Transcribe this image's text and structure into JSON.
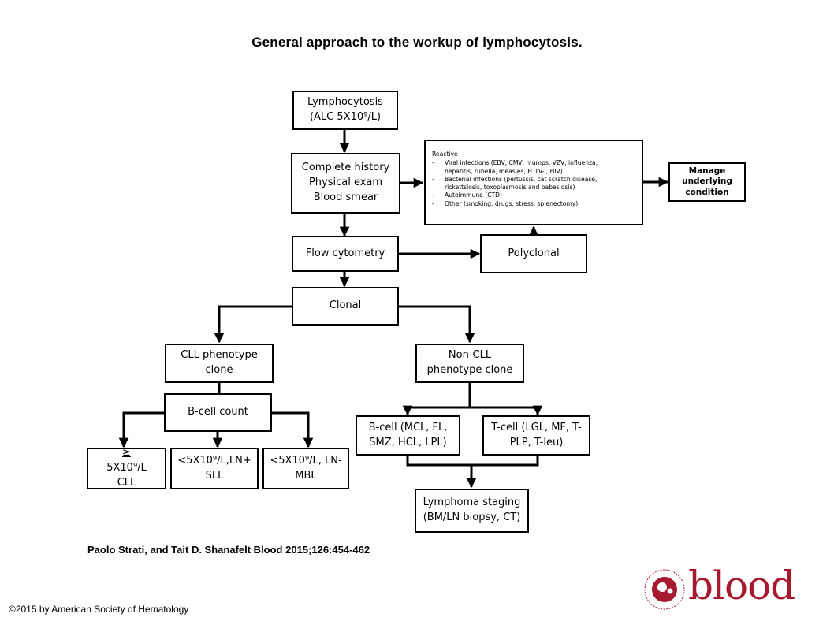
{
  "title": "General approach to the workup of lymphocytosis.",
  "boxes": {
    "lymphocytosis": [
      "Lymphocytosis",
      "(ALC 5X10⁹/L)"
    ],
    "history": [
      "Complete history",
      "Physical exam",
      "Blood smear"
    ],
    "flow": [
      "Flow cytometry"
    ],
    "polyclonal": [
      "Polyclonal"
    ],
    "clonal": [
      "Clonal"
    ],
    "manage": [
      "Manage",
      "underlying",
      "condition"
    ],
    "cll_clone": [
      "CLL phenotype",
      "clone"
    ],
    "noncll_clone": [
      "Non-CLL",
      "phenotype  clone"
    ],
    "bcell_count": [
      "B-cell count"
    ],
    "cll": [
      "5X10⁹/L",
      "CLL"
    ],
    "cll_prefix": "≥",
    "sll": [
      "<5X10⁹/L,LN+",
      "SLL"
    ],
    "mbl": [
      "<5X10⁹/L, LN-",
      "MBL"
    ],
    "bcell": [
      "B-cell (MCL, FL,",
      "SMZ, HCL, LPL)"
    ],
    "tcell": [
      "T-cell (LGL, MF, T-",
      "PLP, T-leu)"
    ],
    "staging": [
      "Lymphoma staging",
      "(BM/LN biopsy, CT)"
    ]
  },
  "reactive": {
    "heading": "Reactive",
    "items": [
      [
        "Viral infections (EBV, CMV, mumps, VZV, influenza,",
        "hepatitis, rubella, measles, HTLV-I, HIV)"
      ],
      [
        "Bacterial infections (pertussis, cat scratch disease,",
        "rickettsiosis, toxoplasmosis and babesiosis)"
      ],
      [
        "Autoimmune (CTD)"
      ],
      [
        "Other (smoking, drugs, stress, splenectomy)"
      ]
    ]
  },
  "citation": "Paolo Strati, and Tait D. Shanafelt Blood 2015;126:454-462",
  "copyright": "©2015 by American Society of Hematology",
  "logo": {
    "word": "blood",
    "color": "#a6192e",
    "seal_icon": "ash-seal-icon"
  }
}
